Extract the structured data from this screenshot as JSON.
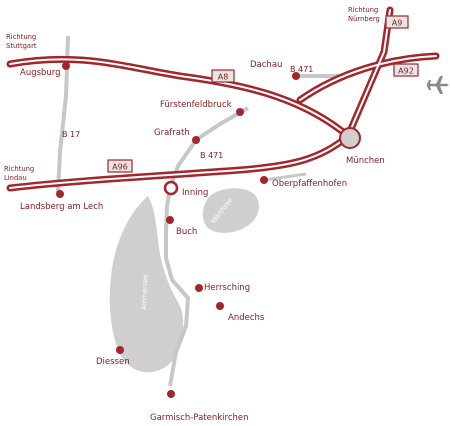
{
  "colors": {
    "road_red": "#a3262b",
    "road_grey": "#c7c7c7",
    "lake": "#cfcfcf",
    "text": "#8a1f22",
    "shield_bg": "#e6e6e6",
    "airport": "#8a8a8a"
  },
  "places": {
    "augsburg": "Augsburg",
    "dachau": "Dachau",
    "fuerstenfeldbruck": "Fürstenfeldbruck",
    "grafrath": "Grafrath",
    "muenchen": "München",
    "oberpfaffenhofen": "Oberpfaffenhofen",
    "inning": "Inning",
    "buch": "Buch",
    "herrsching": "Herrsching",
    "andechs": "Andechs",
    "diessen": "Diessen",
    "garmisch": "Garmisch-Patenkirchen",
    "landsberg": "Landsberg am Lech"
  },
  "directions": {
    "stuttgart_1": "Richtung",
    "stuttgart_2": "Stuttgart",
    "nuernberg_1": "Richtung",
    "nuernberg_2": "Nürnberg",
    "lindau_1": "Richtung",
    "lindau_2": "Lindau"
  },
  "roads": {
    "a8": "A8",
    "a9": "A9",
    "a92": "A92",
    "a96": "A96",
    "b17": "B 17",
    "b471_north": "B 471",
    "b471_south": "B 471"
  },
  "lakes": {
    "ammersee": "Ammersee",
    "woerthsee": "Wörthsee"
  },
  "icons": {
    "airport": "airplane-icon"
  }
}
